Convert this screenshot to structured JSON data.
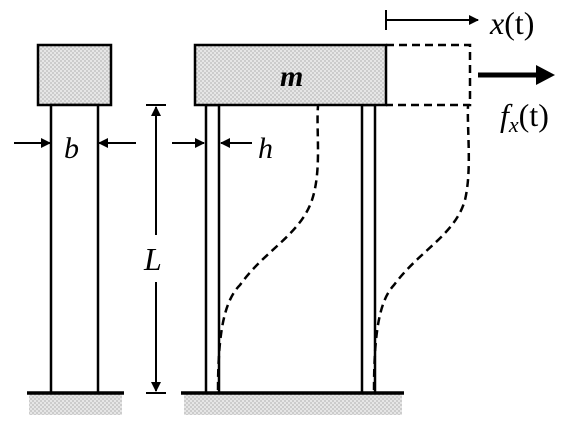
{
  "labels": {
    "mass": "m",
    "width_b": "b",
    "thickness_h": "h",
    "length": "L",
    "displacement_prefix": "x",
    "displacement_arg": "(t)",
    "force_base": "f",
    "force_sub": "x",
    "force_arg": "(t)"
  },
  "colors": {
    "stroke": "#000000",
    "hatch_fill": "#e6e6e6",
    "hatch_dot": "#8a8a8a",
    "background": "#ffffff"
  }
}
